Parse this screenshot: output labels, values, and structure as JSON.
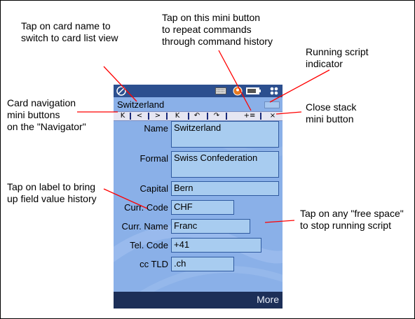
{
  "annotations": {
    "card_name": "Tap on card name to\nswitch to card list view",
    "mini_button": "Tap on this mini button\nto repeat commands\nthrough command history",
    "running_script": "Running script\nindicator",
    "card_nav": "Card navigation\nmini buttons\non the \"Navigator\"",
    "close_stack": "Close stack\nmini button",
    "field_history": "Tap on label to bring\nup field value history",
    "free_space": "Tap on any \"free space\"\nto stop running script"
  },
  "app": {
    "stack_title": "Switzerland",
    "navigator": {
      "first": "K",
      "prev": "<",
      "next": ">",
      "last": "K",
      "undo": "↶",
      "redo": "↷",
      "history": "+≡",
      "close": "×"
    },
    "fields": [
      {
        "label": "Name",
        "value": "Switzerland"
      },
      {
        "label": "Formal",
        "value": "Swiss Confederation"
      },
      {
        "label": "Capital",
        "value": "Bern"
      },
      {
        "label": "Curr. Code",
        "value": "CHF"
      },
      {
        "label": "Curr. Name",
        "value": "Franc"
      },
      {
        "label": "Tel. Code",
        "value": "+41"
      },
      {
        "label": "cc TLD",
        "value": ".ch"
      }
    ],
    "menu": {
      "more_label": "More"
    }
  },
  "colors": {
    "accent": "#ff0000",
    "status_bar": "#2c4f8f",
    "field_bg": "#a8ccf0",
    "menu_bar": "#1c2f58"
  }
}
